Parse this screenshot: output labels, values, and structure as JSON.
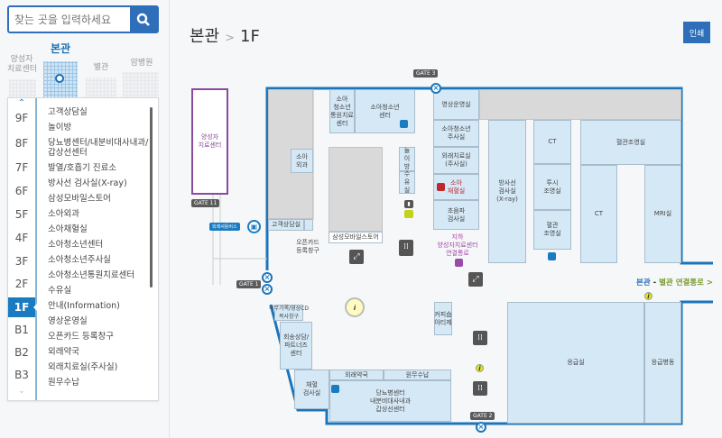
{
  "search": {
    "placeholder": "찾는 곳을 입력하세요"
  },
  "buildings": [
    {
      "label": "양성자\n치료센터"
    },
    {
      "label": "본관"
    },
    {
      "label": "별관"
    },
    {
      "label": "암병원"
    }
  ],
  "floors": [
    "9F",
    "8F",
    "7F",
    "6F",
    "5F",
    "4F",
    "3F",
    "2F",
    "1F",
    "B1",
    "B2",
    "B3"
  ],
  "active_floor": "1F",
  "facilities": [
    "고객상담실",
    "놀이방",
    "당뇨병센터/내분비대사내과/\n갑상선센터",
    "발열/호흡기 진료소",
    "방사선 검사실(X-ray)",
    "삼성모바일스토어",
    "소아외과",
    "소아채혈실",
    "소아청소년센터",
    "소아청소년주사실",
    "소아청소년통원치료센터",
    "수유실",
    "안내(Information)",
    "영상운영실",
    "오픈카드 등록창구",
    "외래약국",
    "외래치료실(주사실)",
    "원무수납"
  ],
  "header": {
    "building": "본관",
    "sep": ">",
    "floor": "1F",
    "print": "인쇄"
  },
  "map": {
    "rooms": [
      "양성자\n치료센터",
      "소아\n외과",
      "고객상담실",
      "소아\n청소년\n통원치료\n센터",
      "소아청소년\n센터",
      "삼성모바일스토어",
      "놀\n이\n방",
      "수\n유\n실",
      "영상운영실",
      "소아청소년\n주사실",
      "외래치료실\n(주사실)",
      "소아\n채혈실",
      "초음파\n검사실",
      "방사선\n검사실\n(X-ray)",
      "CT",
      "투시\n조영실",
      "혈관\n조영실",
      "혈관조영실",
      "CT",
      "MRI실",
      "커피숍\n아티제",
      "응급실",
      "응급병동",
      "외래약국",
      "원무수납",
      "당뇨병센터\n내분비대사내과\n갑상선센터",
      "채혈\n검사실",
      "회송상담/\n파트너즈\n센터",
      "의무기록/영상CD\n복사창구"
    ],
    "gates": [
      "GATE 3",
      "GATE 11",
      "GATE 1",
      "GATE 2"
    ],
    "labels": {
      "shuttle": "외래셔틀버스",
      "opencard": "오픈카드\n등록창구",
      "underground": "지하\n양성자치료센터\n연결통로",
      "link_main": "본관",
      "link_dash": " - ",
      "link_annex": "별관 연결통로 >"
    }
  }
}
